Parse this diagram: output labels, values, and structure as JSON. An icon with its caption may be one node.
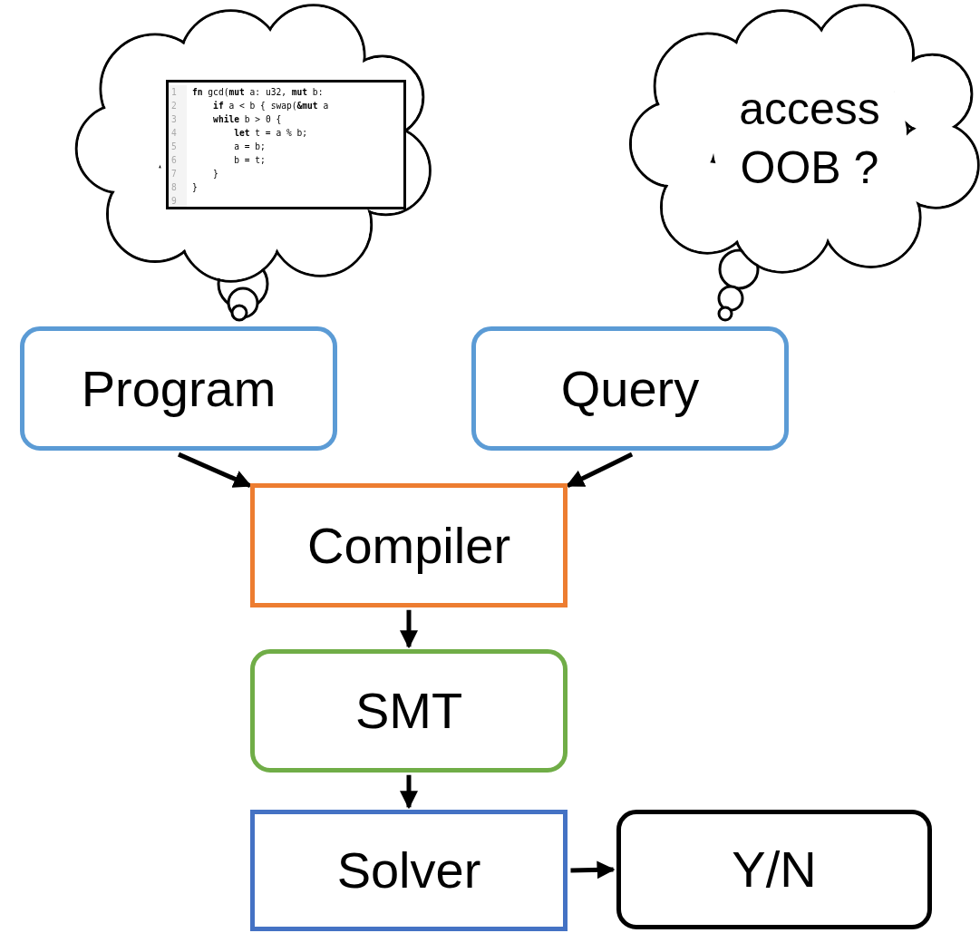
{
  "diagram": {
    "nodes": [
      {
        "text": [],
        "shape": "cloud"
      },
      {
        "text": [
          "**fn** gcd(**mut** a: u32, **mut** b:",
          "    **if** a < b { swap(**&mut** a",
          "    **while** b > 0 {",
          "        **let** t = a % b;",
          "        a = b;",
          "        b = t;",
          "    }",
          "}"
        ],
        "in": 0
      },
      {
        "text": [
          "access OOB ?"
        ]
      },
      {
        "text": [
          "Program"
        ]
      },
      {
        "text": [
          "Query"
        ]
      },
      {
        "text": [
          "Compiler"
        ]
      },
      {
        "text": [
          "SMT"
        ]
      },
      {
        "text": [
          "Solver"
        ]
      },
      {
        "text": [
          "Y/N"
        ]
      }
    ],
    "edges": [
      {
        "from": 3,
        "to": 5,
        "arrow": "to"
      },
      {
        "from": 4,
        "to": 5,
        "arrow": "to"
      },
      {
        "from": 5,
        "to": 6,
        "arrow": "to"
      },
      {
        "from": 6,
        "to": 7,
        "arrow": "to"
      },
      {
        "from": 7,
        "to": 8,
        "arrow": "to"
      }
    ],
    "labels": [
      "1",
      "2",
      "3",
      "4",
      "5",
      "6",
      "7",
      "8",
      "9"
    ]
  }
}
